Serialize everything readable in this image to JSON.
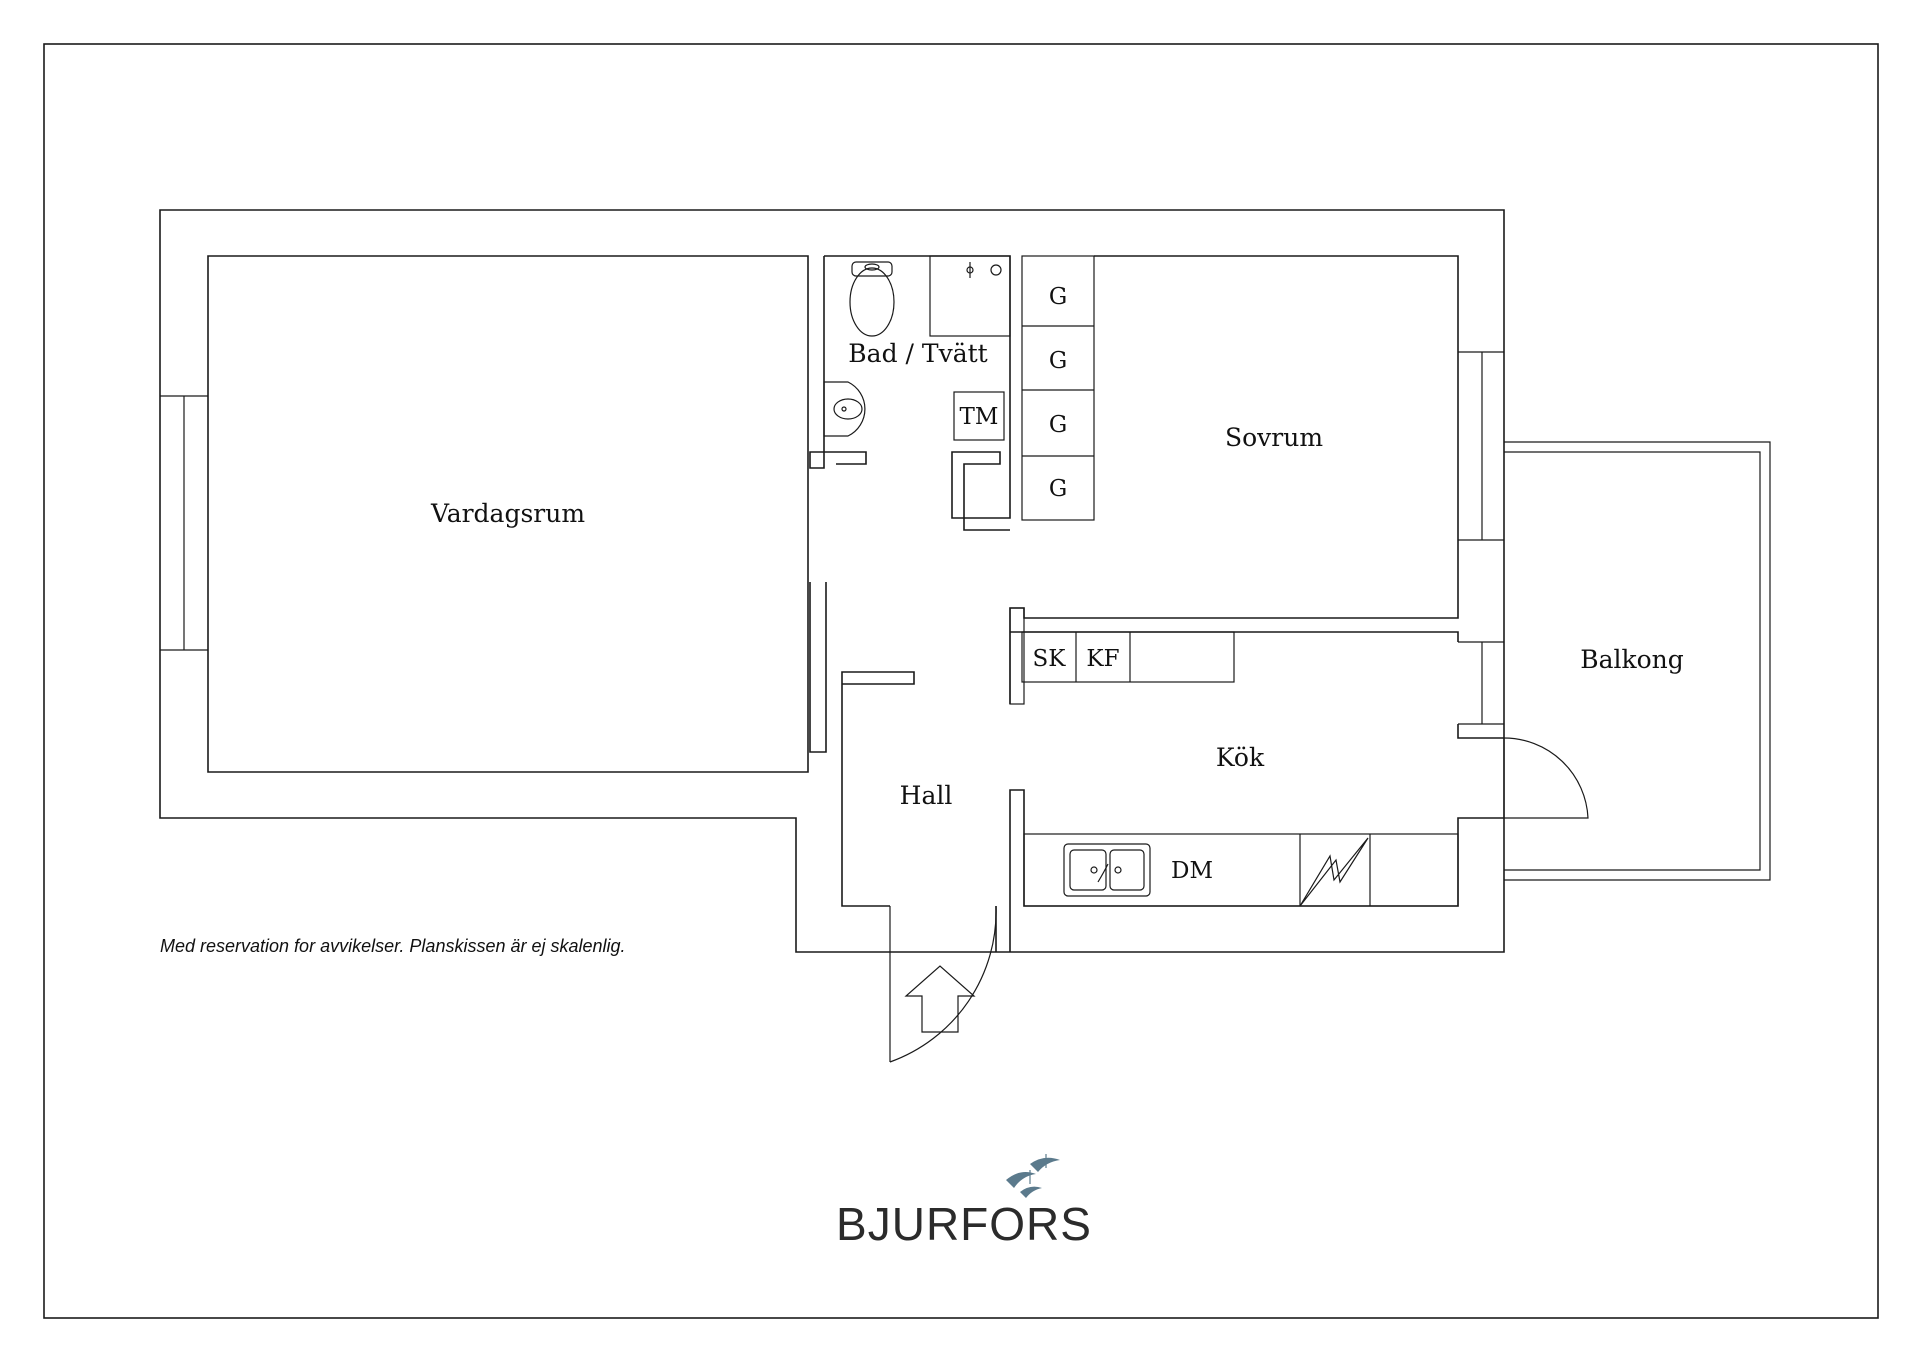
{
  "rooms": {
    "vardagsrum": "Vardagsrum",
    "bad": "Bad / Tvätt",
    "sovrum": "Sovrum",
    "balkong": "Balkong",
    "kok": "Kök",
    "hall": "Hall"
  },
  "fixtures": {
    "wardrobe": [
      "G",
      "G",
      "G",
      "G"
    ],
    "tm": "TM",
    "sk": "SK",
    "kf": "KF",
    "dm": "DM"
  },
  "disclaimer": "Med reservation for avvikelser. Planskissen är ej skalenlig.",
  "brand": {
    "name": "BJURFORS",
    "color": "#5b7a8c"
  },
  "icons": [
    "toilet-icon",
    "sink-icon",
    "shower-icon",
    "double-sink-icon",
    "stove-icon",
    "entrance-arrow-icon",
    "birds-logo-icon"
  ]
}
